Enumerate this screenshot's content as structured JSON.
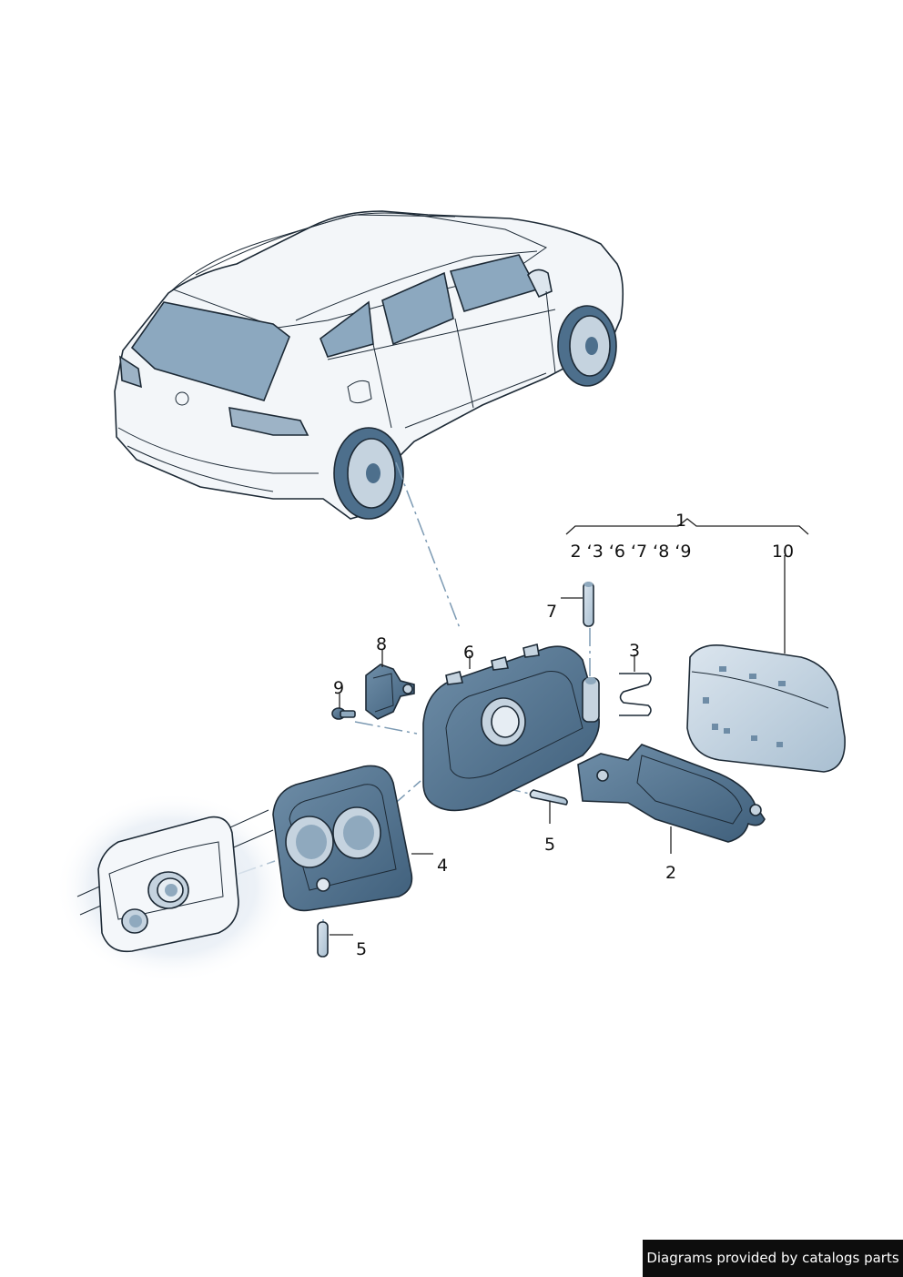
{
  "callouts": {
    "c1": "1",
    "c1_group": "2 ‘3 ‘6 ‘7 ‘8 ‘9",
    "c10": "10",
    "c7": "7",
    "c8": "8",
    "c6": "6",
    "c3": "3",
    "c9": "9",
    "c5a": "5",
    "c4": "4",
    "c2": "2",
    "c5b": "5"
  },
  "footer": {
    "credit": "Diagrams provided by catalogs parts"
  },
  "colors": {
    "part_fill": "#c5d3df",
    "part_dark": "#4d6f8c",
    "part_mid": "#8fa9be",
    "glass": "#8ca8bf",
    "vehicle_body": "#f3f6f9",
    "detail_halo": "#dfe7f1",
    "guide_line": "#7c9ab3"
  }
}
